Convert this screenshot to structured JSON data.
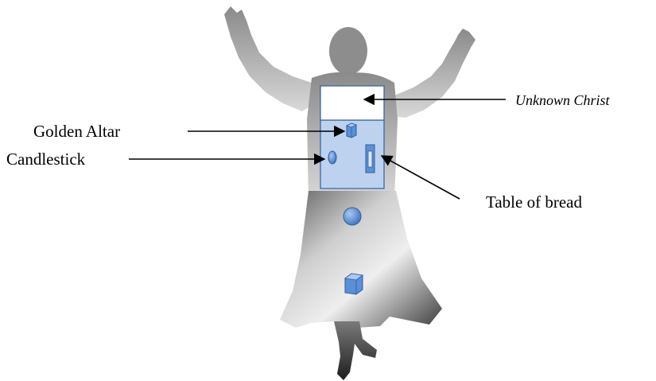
{
  "labels": {
    "unknown_christ": "Unknown Christ",
    "golden_altar": "Golden Altar",
    "candlestick": "Candlestick",
    "table_of_bread": "Table of bread"
  },
  "colors": {
    "figure_dark": "#3a3a3a",
    "figure_light": "#e6e6e6",
    "sanctuary_fill": "#bcd2ee",
    "item_fill": "#5b8fd6",
    "item_stroke": "#2f5f9e",
    "arrow": "#000000"
  },
  "icons": {
    "figure": "robed-figure-silhouette",
    "golden_altar": "cube-icon",
    "candlestick": "oval-icon",
    "table_of_bread": "bar-icon",
    "laver": "circle-icon",
    "brazen_altar": "cube-icon"
  }
}
